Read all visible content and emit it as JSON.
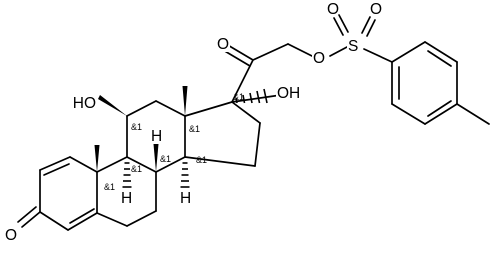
{
  "molecule": {
    "atoms": {
      "carbonyl_o": "O",
      "ester_o": "O",
      "sulfur": "S",
      "sulfonyl_o_left": "O",
      "sulfonyl_o_right": "O",
      "oh_17": "OH",
      "ho_11": "HO",
      "h_8": "H",
      "h_9": "H",
      "h_14": "H",
      "ketone_o": "O"
    },
    "stereo_labels": {
      "c17": "&1",
      "c13": "&1",
      "c11": "&1",
      "c14": "&1",
      "c8": "&1",
      "c9": "&1",
      "c10": "&1"
    }
  }
}
